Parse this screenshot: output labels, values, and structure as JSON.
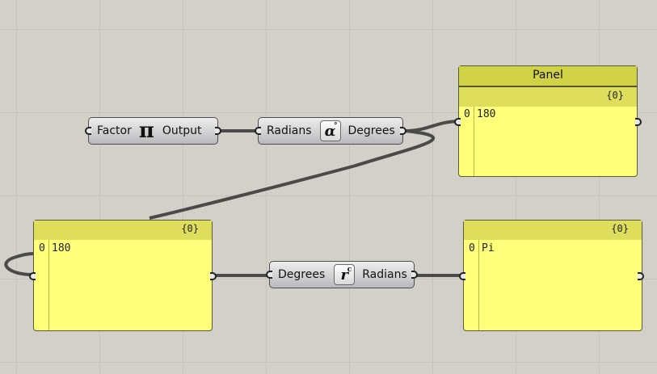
{
  "pi_component": {
    "input": "Factor",
    "output": "Output",
    "icon": "pi-icon"
  },
  "deg_component": {
    "input": "Radians",
    "output": "Degrees",
    "icon": "alpha-degree-icon"
  },
  "rad_component": {
    "input": "Degrees",
    "output": "Radians",
    "icon": "r-radian-icon"
  },
  "panel_top": {
    "title": "Panel",
    "path": "{0}",
    "index": "0",
    "value": "180"
  },
  "panel_left": {
    "path": "{0}",
    "index": "0",
    "value": "180"
  },
  "panel_right": {
    "path": "{0}",
    "index": "0",
    "value": "Pi"
  },
  "colors": {
    "panel_fill": "#ffff7a",
    "panel_header": "#d2d247",
    "canvas": "#d3d0c9",
    "wire": "#4a4a48"
  }
}
